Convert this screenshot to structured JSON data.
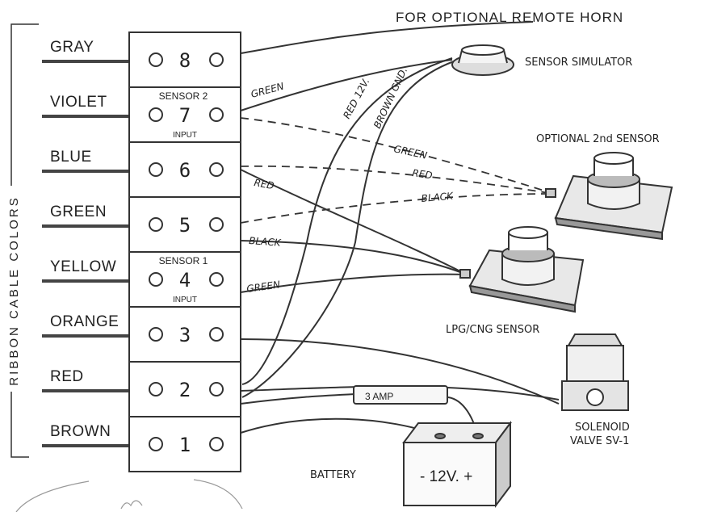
{
  "header": {
    "remote_horn": "FOR OPTIONAL REMOTE HORN"
  },
  "side_label": "RIBBON CABLE COLORS",
  "terminals": [
    {
      "wire": "GRAY",
      "number": "8",
      "top": "",
      "bottom": ""
    },
    {
      "wire": "VIOLET",
      "number": "7",
      "top": "SENSOR 2",
      "bottom": "INPUT"
    },
    {
      "wire": "BLUE",
      "number": "6",
      "top": "",
      "bottom": ""
    },
    {
      "wire": "GREEN",
      "number": "5",
      "top": "",
      "bottom": ""
    },
    {
      "wire": "YELLOW",
      "number": "4",
      "top": "SENSOR 1",
      "bottom": "INPUT"
    },
    {
      "wire": "ORANGE",
      "number": "3",
      "top": "",
      "bottom": ""
    },
    {
      "wire": "RED",
      "number": "2",
      "top": "",
      "bottom": ""
    },
    {
      "wire": "BROWN",
      "number": "1",
      "top": "",
      "bottom": ""
    }
  ],
  "wire_labels": {
    "green_top": "GREEN",
    "red_12v": "RED 12V.",
    "brown_gnd": "BROWN GND.",
    "green_s2": "GREEN",
    "red_s2": "RED",
    "black_s2": "BLACK",
    "red_s1": "RED",
    "black_s1": "BLACK",
    "green_s1": "GREEN"
  },
  "components": {
    "sensor_simulator": "SENSOR SIMULATOR",
    "optional_sensor": "OPTIONAL 2nd SENSOR",
    "lpg_sensor": "LPG/CNG SENSOR",
    "solenoid_line1": "SOLENOID",
    "solenoid_line2": "VALVE SV-1",
    "fuse": "3 AMP",
    "battery_label": "BATTERY",
    "battery_face": "- 12V. +"
  }
}
